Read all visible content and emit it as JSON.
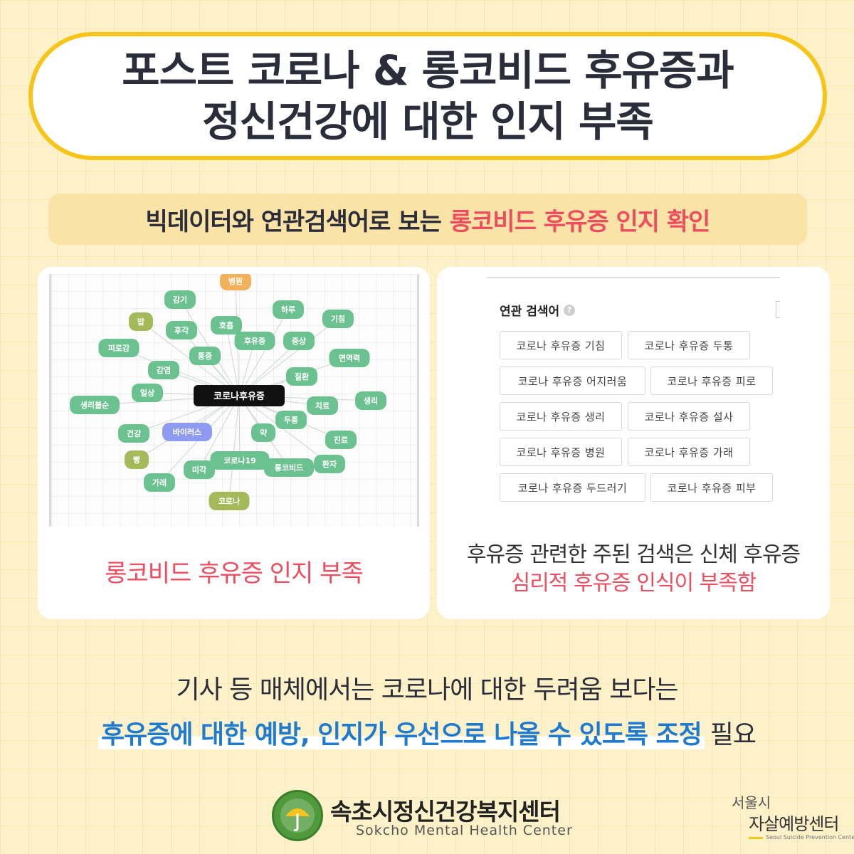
{
  "title": {
    "line1": "포스트 코로나 & 롱코비드 후유증과",
    "line2": "정신건강에 대한 인지 부족"
  },
  "subtitle": {
    "dark": "빅데이터와 연관검색어로 보는",
    "red": "롱코비드 후유증 인지 확인"
  },
  "colors": {
    "background": "#fdf1c9",
    "accent_yellow": "#f7c519",
    "accent_red": "#ee4d5f",
    "accent_blue": "#1f7bd0",
    "node_green": "#6cc191",
    "node_olive": "#a4b95a",
    "node_orange": "#f2b25c",
    "node_purple": "#8f9bf0",
    "center_node": "#111111"
  },
  "word_graph": {
    "center": "코로나후유증",
    "nodes": [
      {
        "label": "병원",
        "color": "orange"
      },
      {
        "label": "감기",
        "color": "green"
      },
      {
        "label": "하루",
        "color": "green"
      },
      {
        "label": "기침",
        "color": "green"
      },
      {
        "label": "밥",
        "color": "olive"
      },
      {
        "label": "후각",
        "color": "green"
      },
      {
        "label": "호흡",
        "color": "green"
      },
      {
        "label": "후유증",
        "color": "green"
      },
      {
        "label": "증상",
        "color": "green"
      },
      {
        "label": "피로감",
        "color": "green"
      },
      {
        "label": "통증",
        "color": "green"
      },
      {
        "label": "면역력",
        "color": "green"
      },
      {
        "label": "감염",
        "color": "green"
      },
      {
        "label": "질환",
        "color": "green"
      },
      {
        "label": "일상",
        "color": "green"
      },
      {
        "label": "생리불순",
        "color": "green"
      },
      {
        "label": "생리",
        "color": "green"
      },
      {
        "label": "치료",
        "color": "green"
      },
      {
        "label": "두통",
        "color": "green"
      },
      {
        "label": "건강",
        "color": "green"
      },
      {
        "label": "바이러스",
        "color": "purple"
      },
      {
        "label": "약",
        "color": "green"
      },
      {
        "label": "진료",
        "color": "green"
      },
      {
        "label": "빵",
        "color": "olive"
      },
      {
        "label": "코로나19",
        "color": "green"
      },
      {
        "label": "롱코비드",
        "color": "green"
      },
      {
        "label": "환자",
        "color": "green"
      },
      {
        "label": "미각",
        "color": "green"
      },
      {
        "label": "가래",
        "color": "green"
      },
      {
        "label": "코로나",
        "color": "olive"
      }
    ]
  },
  "left_caption": "롱코비드 후유증 인지 부족",
  "related_search": {
    "header": "연관 검색어",
    "help_icon": "question-icon",
    "tags": [
      "코로나 후유증 기침",
      "코로나 후유증 두통",
      "코로나 후유증 어지러움",
      "코로나 후유증 피로",
      "코로나 후유증 생리",
      "코로나 후유증 설사",
      "코로나 후유증 병원",
      "코로나 후유증 가래",
      "코로나 후유증 두드러기",
      "코로나 후유증 피부"
    ]
  },
  "right_caption": {
    "line1": "후유증 관련한 주된 검색은 신체 후유증",
    "line2": "심리적 후유증 인식이 부족함"
  },
  "body": {
    "line1": "기사 등 매체에서는 코로나에 대한 두려움 보다는",
    "highlight": "후유증에 대한 예방, 인지가 우선으로 나올 수 있도록 조정",
    "tail": "필요"
  },
  "footer": {
    "center_name": "속초시정신건강복지센터",
    "center_name_en": "Sokcho Mental Health Center",
    "logo_icon": "umbrella-emblem-icon",
    "seoul_line1": "서울시",
    "seoul_line2": "자살예방센터",
    "seoul_en": "Seoul Suicide Prevention Center"
  }
}
